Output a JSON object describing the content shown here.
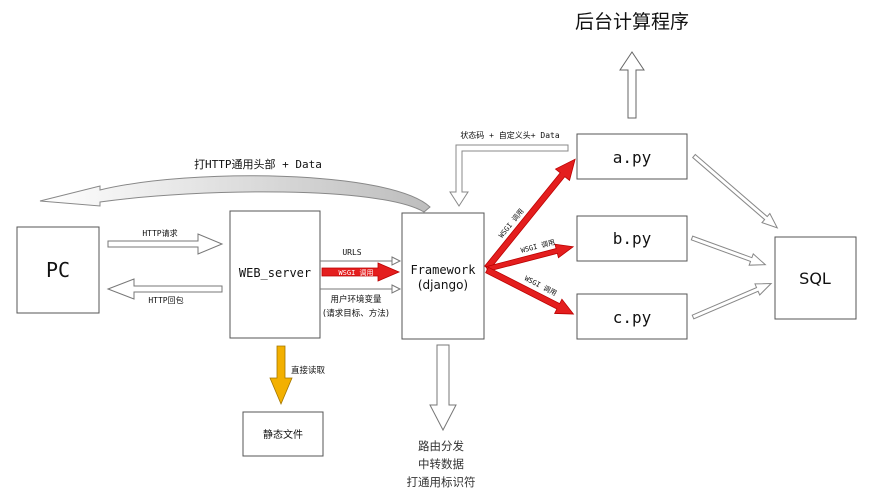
{
  "boxes": {
    "pc": "PC",
    "web_server": "WEB_server",
    "framework_line1": "Framework",
    "framework_line2": "(django)",
    "a_py": "a.py",
    "b_py": "b.py",
    "c_py": "c.py",
    "sql": "SQL",
    "static_files": "静态文件"
  },
  "labels": {
    "http_request": "HTTP请求",
    "http_response": "HTTP回包",
    "response_top": "打HTTP通用头部 + Data",
    "urls": "URLS",
    "wsgi_call": "WSGI 调用",
    "env_vars_line1": "用户环境变量",
    "env_vars_line2": "(请求目标、方法)",
    "direct_read": "直接读取",
    "status_code": "状态码 + 自定义头+ Data",
    "background_compute": "后台计算程序",
    "wsgi_a": "WSGI 调用",
    "wsgi_b": "WSGI 调用",
    "wsgi_c": "WSGI 调用",
    "framework_role_1": "路由分发",
    "framework_role_2": "中转数据",
    "framework_role_3": "打通用标识符"
  },
  "colors": {
    "red": "#e41e1e",
    "orange": "#f3b000",
    "stroke": "#555555"
  }
}
